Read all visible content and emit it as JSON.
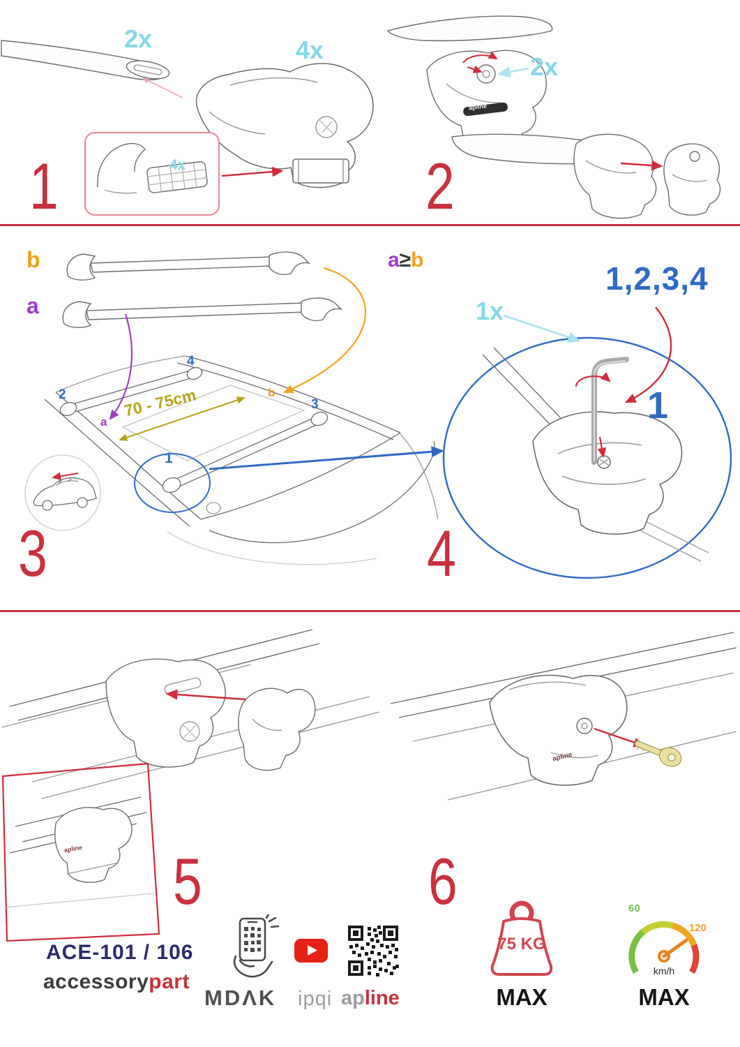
{
  "colors": {
    "accent_red": "#c8313d",
    "cyan": "#86d7e8",
    "blue": "#2e6bc4",
    "purple": "#a03cc8",
    "orange": "#f0a21c",
    "olive": "#b5a418",
    "navy": "#2b2b6b"
  },
  "steps": {
    "s1": {
      "num": "1",
      "bar_qty": "2x",
      "foot_qty": "4x",
      "pad_qty": "4x"
    },
    "s2": {
      "num": "2",
      "lock_qty": "2x"
    },
    "s3": {
      "num": "3",
      "bar_label_a": "a",
      "bar_label_b": "b",
      "rule_a": "a",
      "rule_sym": "≥",
      "rule_b": "b",
      "distance": "70 - 75cm",
      "pos1": "1",
      "pos2": "2",
      "pos3": "3",
      "pos4": "4",
      "roof_a": "a",
      "roof_b": "b"
    },
    "s4": {
      "num": "4",
      "key_qty": "1x",
      "sequence": "1,2,3,4",
      "first": "1"
    },
    "s5": {
      "num": "5"
    },
    "s6": {
      "num": "6"
    }
  },
  "foot_logo": "apline",
  "footer": {
    "model": "ACE-101 / 106",
    "brand_accessory": "accessory",
    "brand_part": "part",
    "logo_mdak": "MDΛK",
    "logo_ipqi": "ipqi",
    "logo_ap": "ap",
    "logo_line": "line",
    "weight_value": "75 KG",
    "weight_max": "MAX",
    "speed_low": "60",
    "speed_high": "120",
    "speed_unit": "km/h",
    "speed_max": "MAX"
  }
}
